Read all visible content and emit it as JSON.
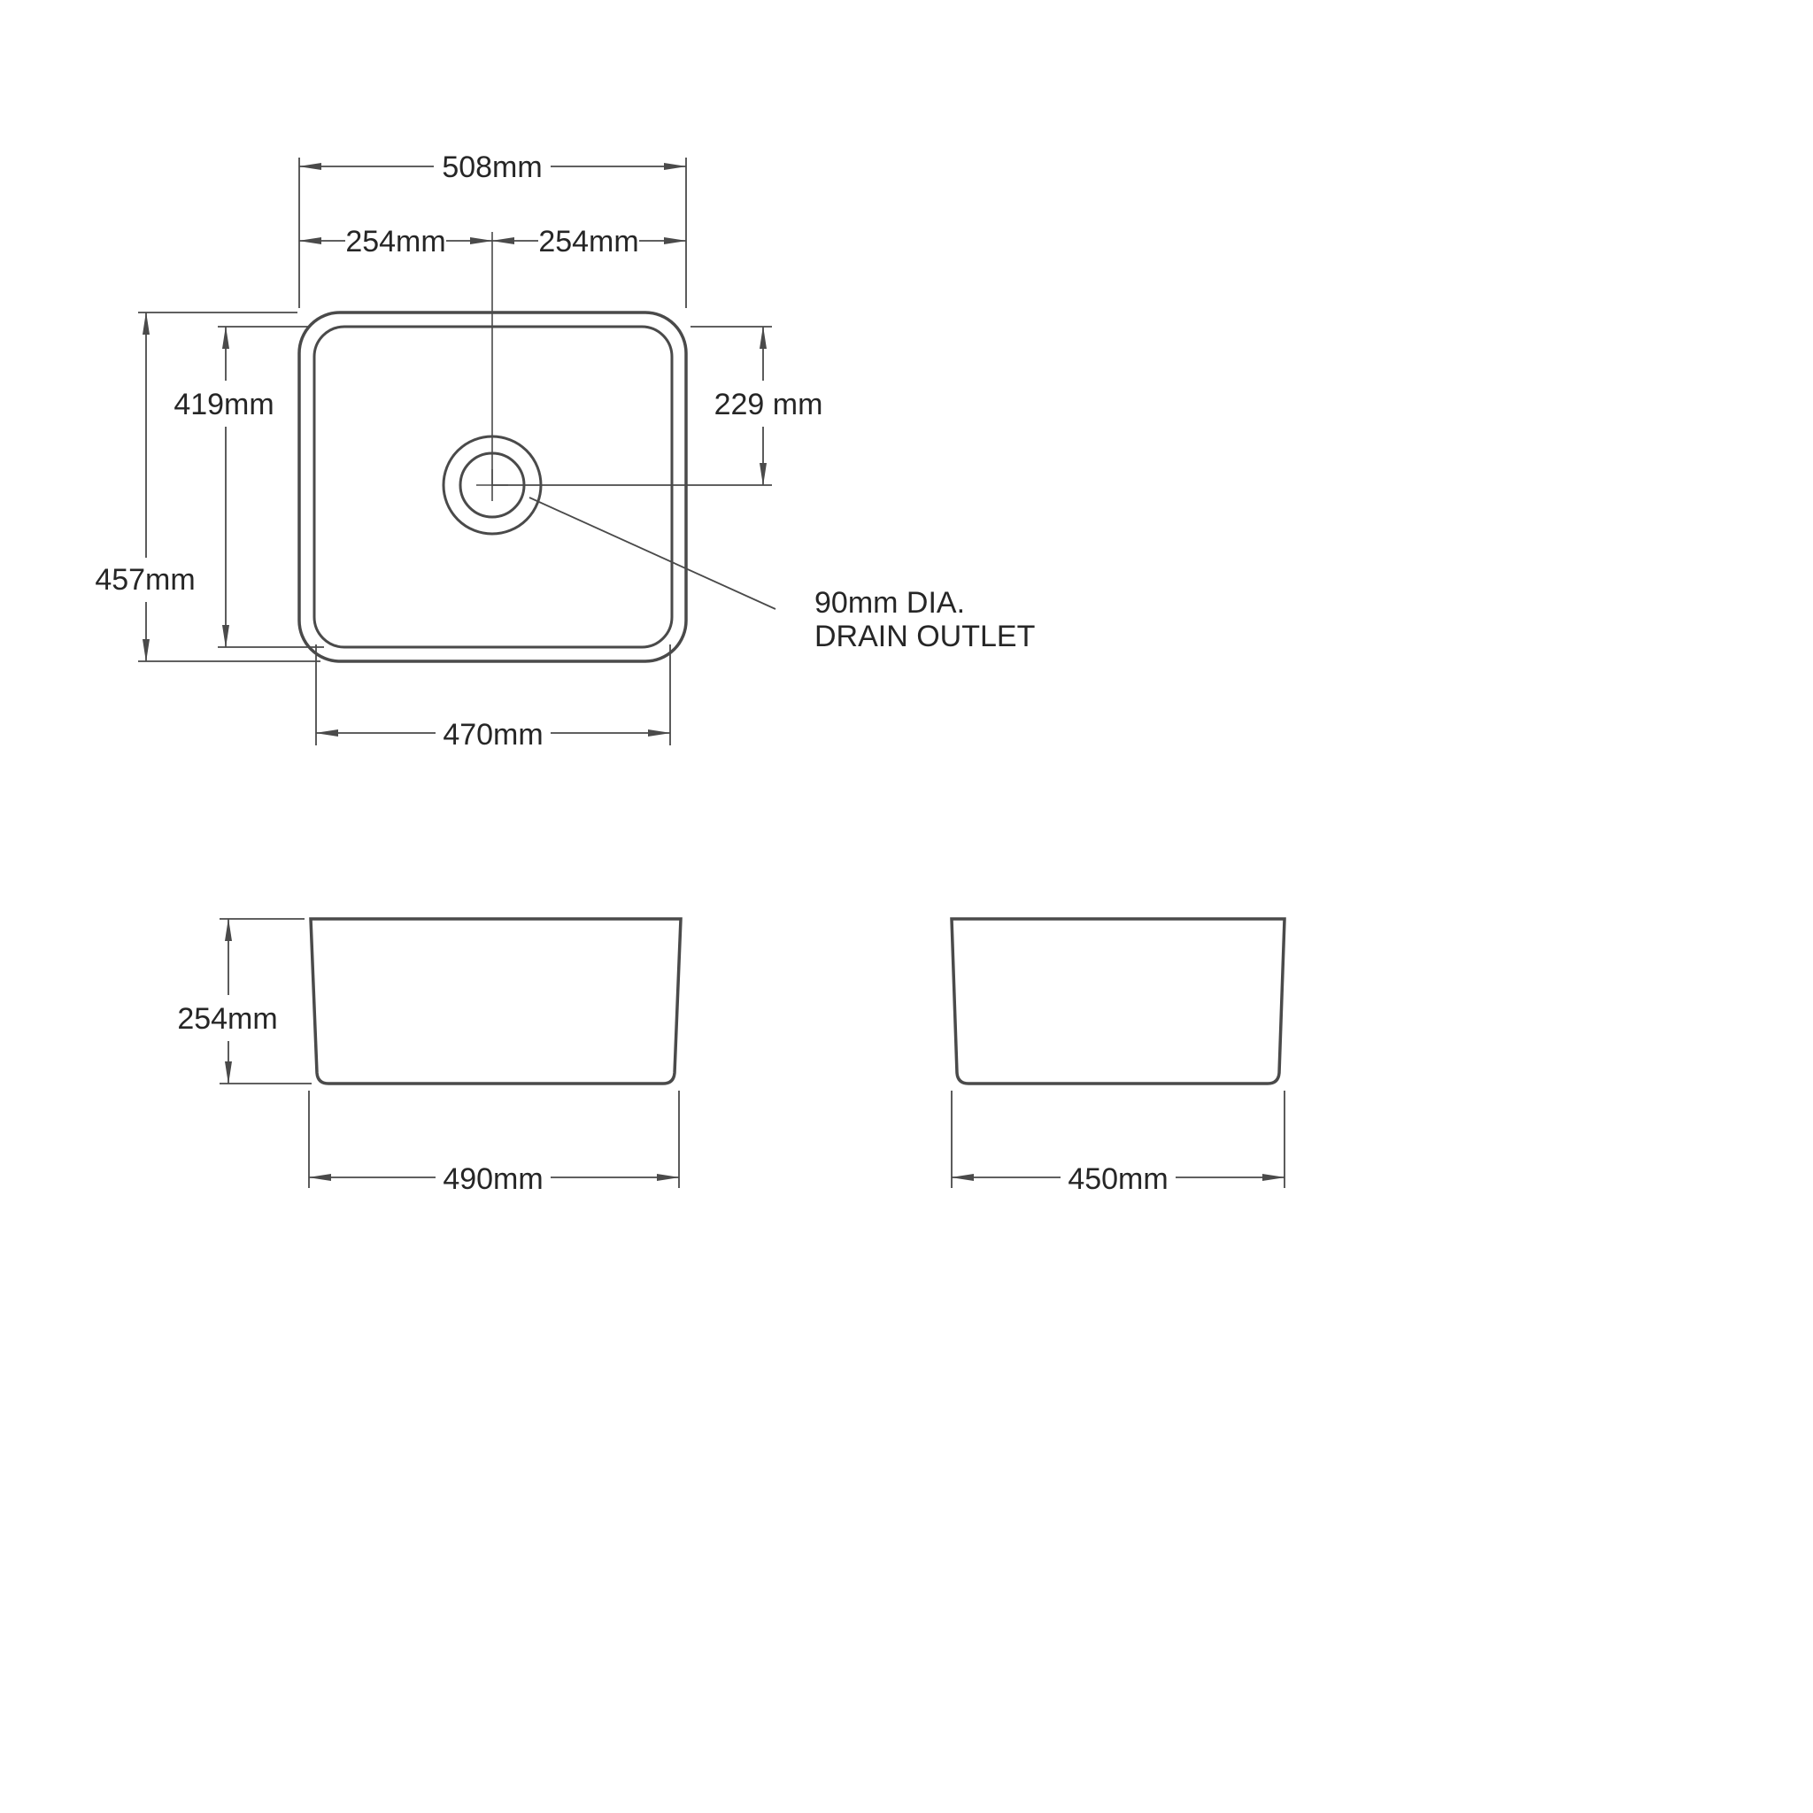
{
  "drawing": {
    "background_color": "#ffffff",
    "line_color": "#4a4a4a",
    "text_color": "#262626"
  },
  "top_view": {
    "overall_width": "508mm",
    "center_to_left": "254mm",
    "center_to_right": "254mm",
    "bowl_depth": "419mm",
    "drain_from_top": "229 mm",
    "overall_depth": "457mm",
    "bowl_width": "470mm",
    "drain_note_line1": "90mm  DIA.",
    "drain_note_line2": "DRAIN OUTLET"
  },
  "front_view": {
    "height": "254mm",
    "width": "490mm"
  },
  "side_view": {
    "width": "450mm"
  }
}
